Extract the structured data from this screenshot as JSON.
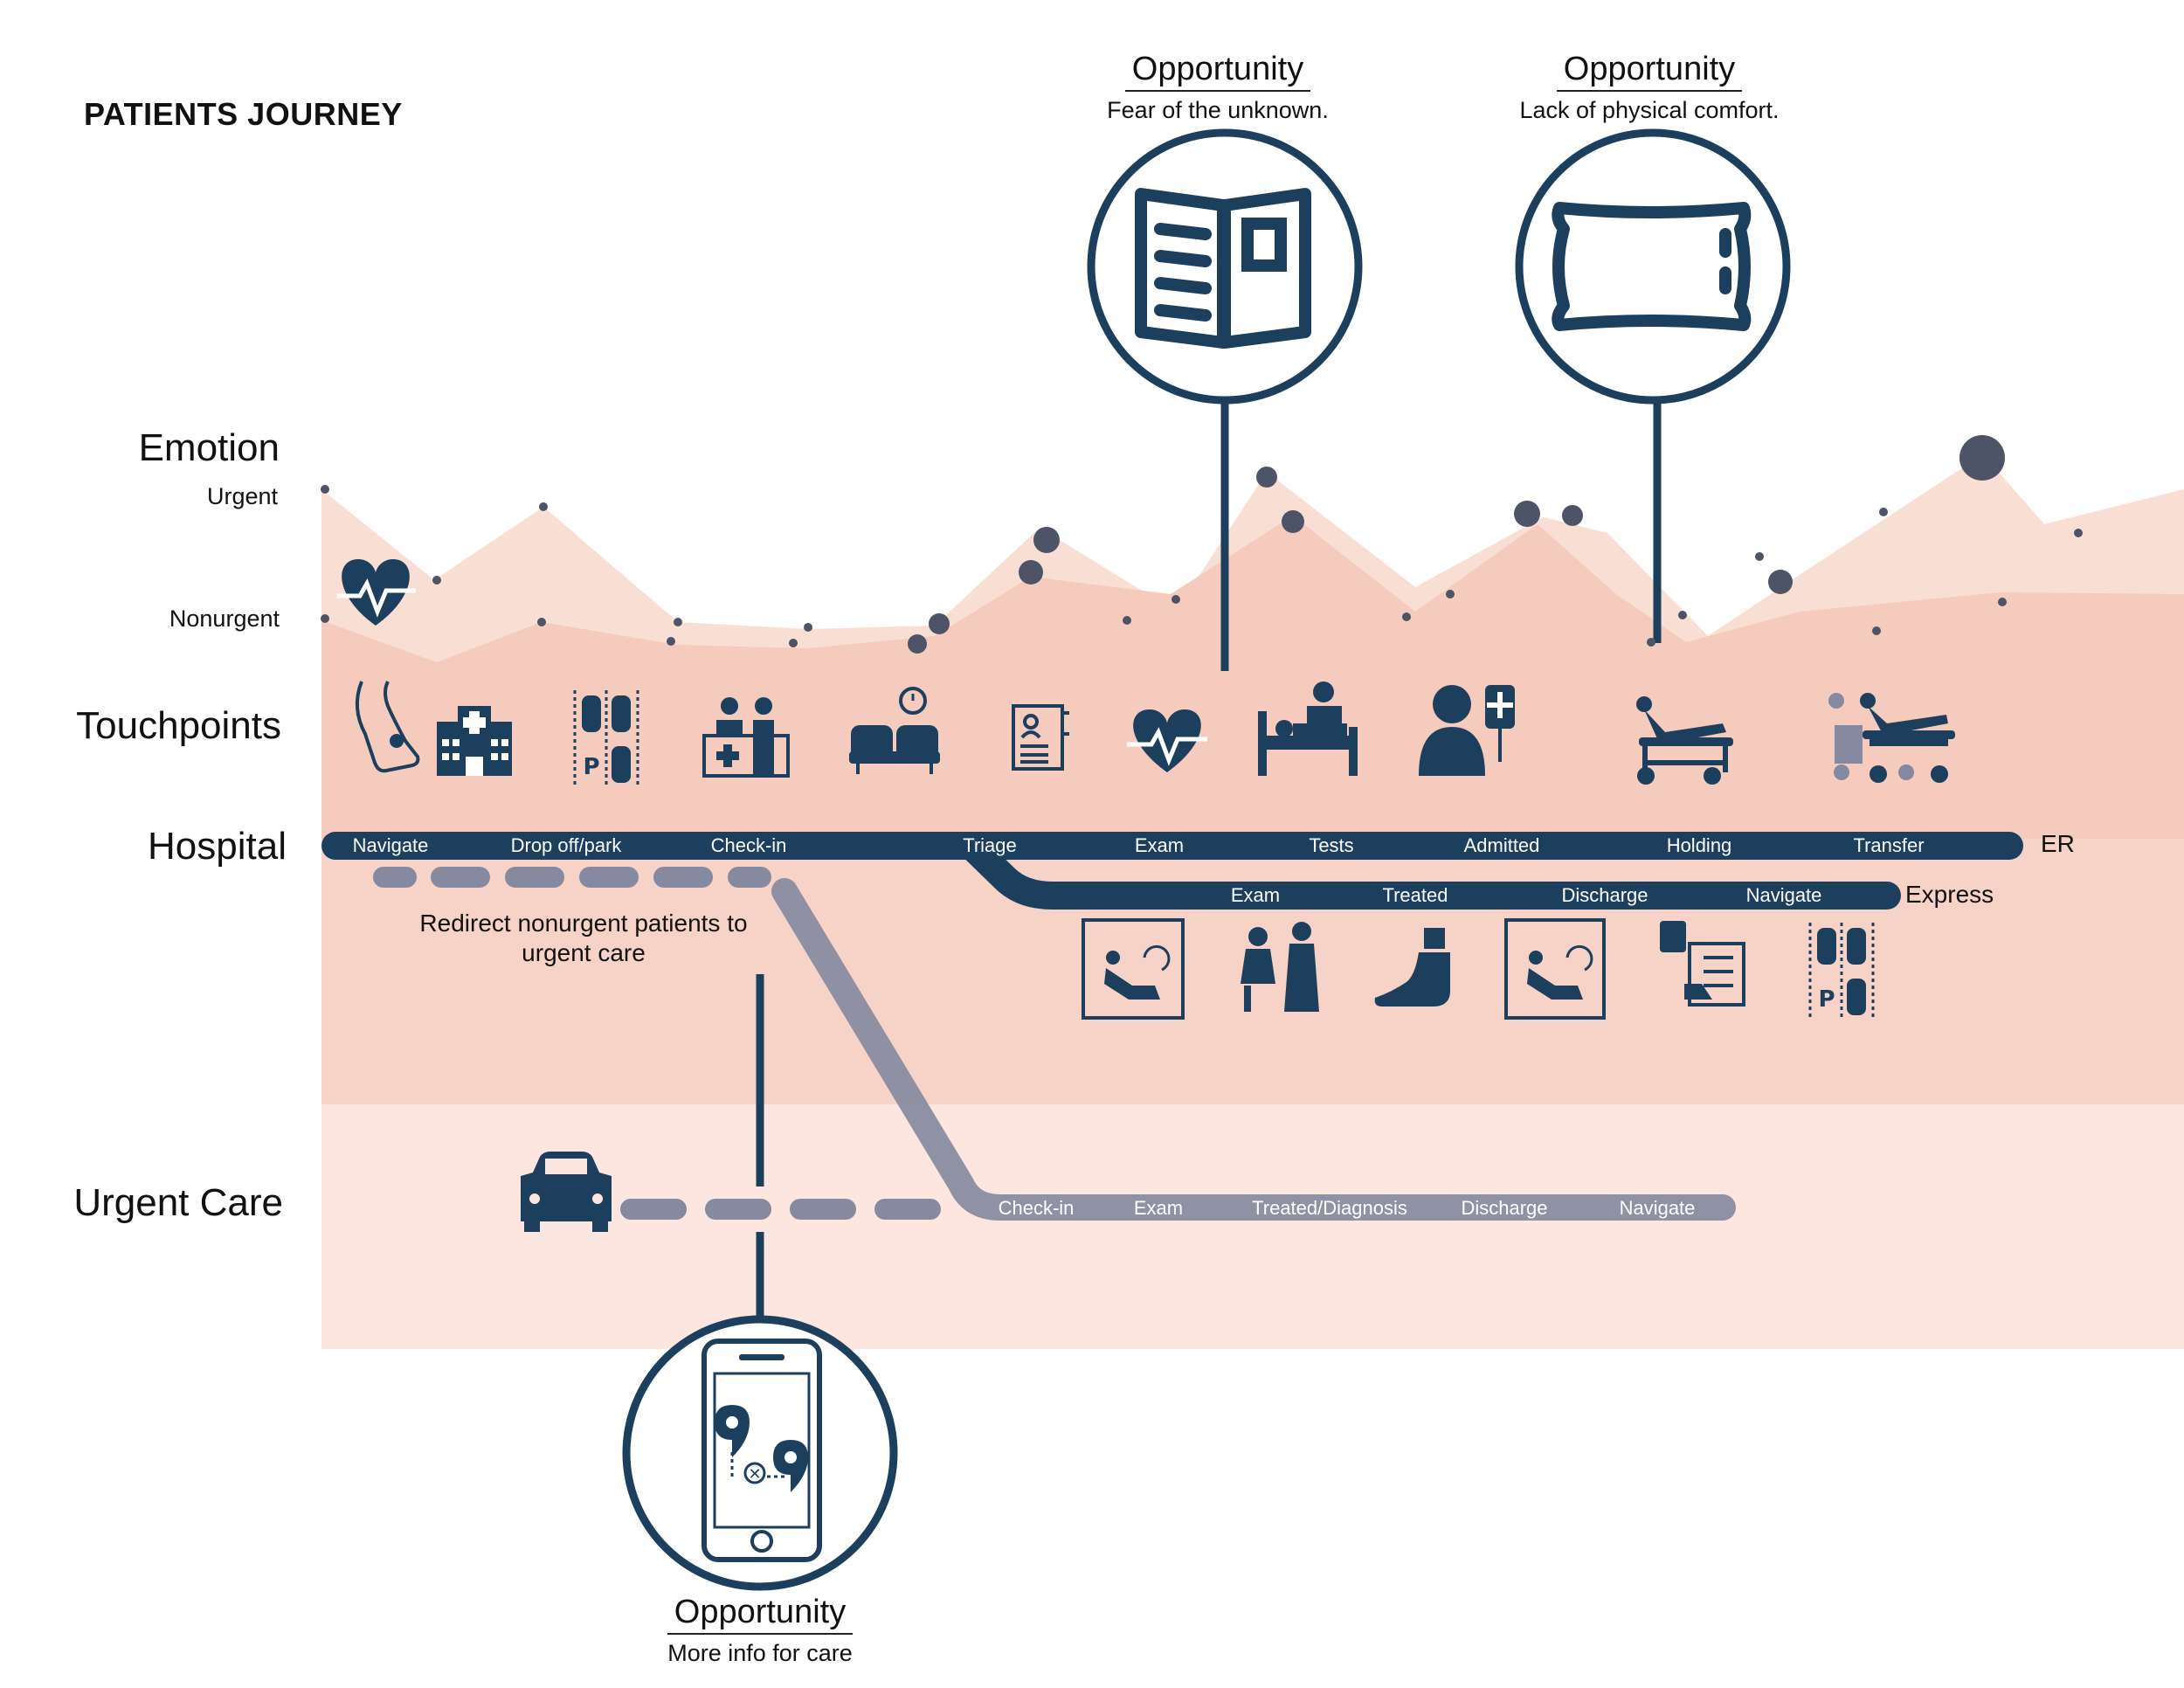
{
  "title": "PATIENTS JOURNEY",
  "rows": {
    "emotion": "Emotion",
    "urgent": "Urgent",
    "nonurgent": "Nonurgent",
    "touchpoints": "Touchpoints",
    "hospital": "Hospital",
    "urgent_care": "Urgent Care"
  },
  "tracks": {
    "er": {
      "tag": "ER",
      "steps": [
        "Navigate",
        "Drop off/park",
        "Check-in",
        "Triage",
        "Exam",
        "Tests",
        "Admitted",
        "Holding",
        "Transfer"
      ]
    },
    "express": {
      "tag": "Express",
      "steps": [
        "Exam",
        "Treated",
        "Discharge",
        "Navigate"
      ]
    },
    "urgent_care": {
      "steps": [
        "Check-in",
        "Exam",
        "Treated/Diagnosis",
        "Discharge",
        "Navigate"
      ]
    }
  },
  "redirect_note": "Redirect nonurgent patients to urgent care",
  "opportunities": [
    {
      "title": "Opportunity",
      "description": "Fear of the unknown.",
      "icon": "open-book-icon"
    },
    {
      "title": "Opportunity",
      "description": "Lack of physical comfort.",
      "icon": "pillow-icon"
    },
    {
      "title": "Opportunity",
      "description": "More info for care",
      "icon": "smartphone-map-icon"
    }
  ],
  "touchpoint_icons": [
    "heart-rate-icon",
    "injured-foot-icon",
    "hospital-building-icon",
    "parking-icon",
    "reception-desk-icon",
    "waiting-room-icon",
    "patient-record-icon",
    "heart-monitor-icon",
    "hospital-bed-icon",
    "iv-drip-patient-icon",
    "stretcher-icon",
    "patient-transfer-icon"
  ],
  "express_icons": [
    "exam-chair-icon",
    "doctor-treating-icon",
    "bandaged-foot-icon",
    "exam-chair-icon",
    "prescription-icon",
    "parking-icon"
  ],
  "urgent_care_icons": [
    "car-icon"
  ],
  "colors": {
    "navy": "#1d3f5e",
    "track_gray": "#858aa0",
    "dot": "#4e5468",
    "band_urgent": "#f9dcd2",
    "band_nonurgent": "#f5c5b5",
    "hospital_bg": "#f7d2c7",
    "urgent_care_bg": "#fce6df"
  }
}
